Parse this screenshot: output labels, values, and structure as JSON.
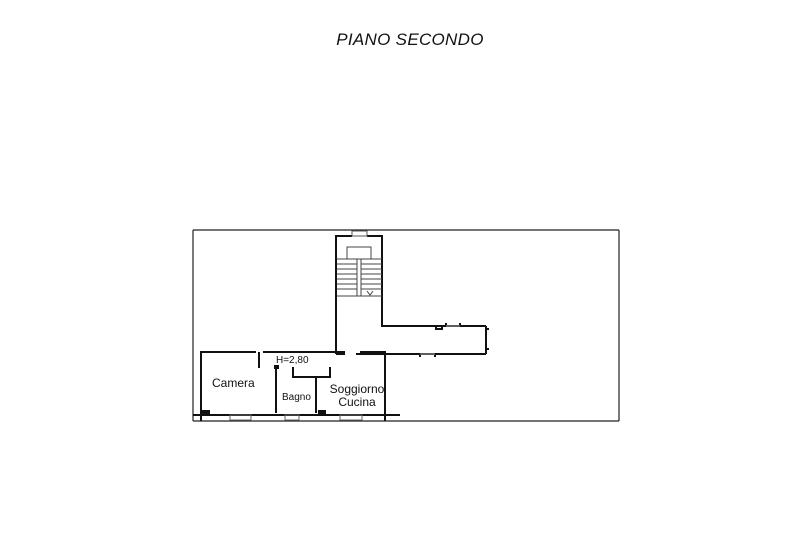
{
  "title": "PIANO SECONDO",
  "height_label": "H=2,80",
  "rooms": [
    {
      "name": "Camera"
    },
    {
      "name": "Bagno"
    },
    {
      "name": "Soggiorno"
    },
    {
      "name": "Cucina"
    }
  ],
  "colors": {
    "line": "#111111",
    "background": "#ffffff",
    "thin": "#888888"
  }
}
